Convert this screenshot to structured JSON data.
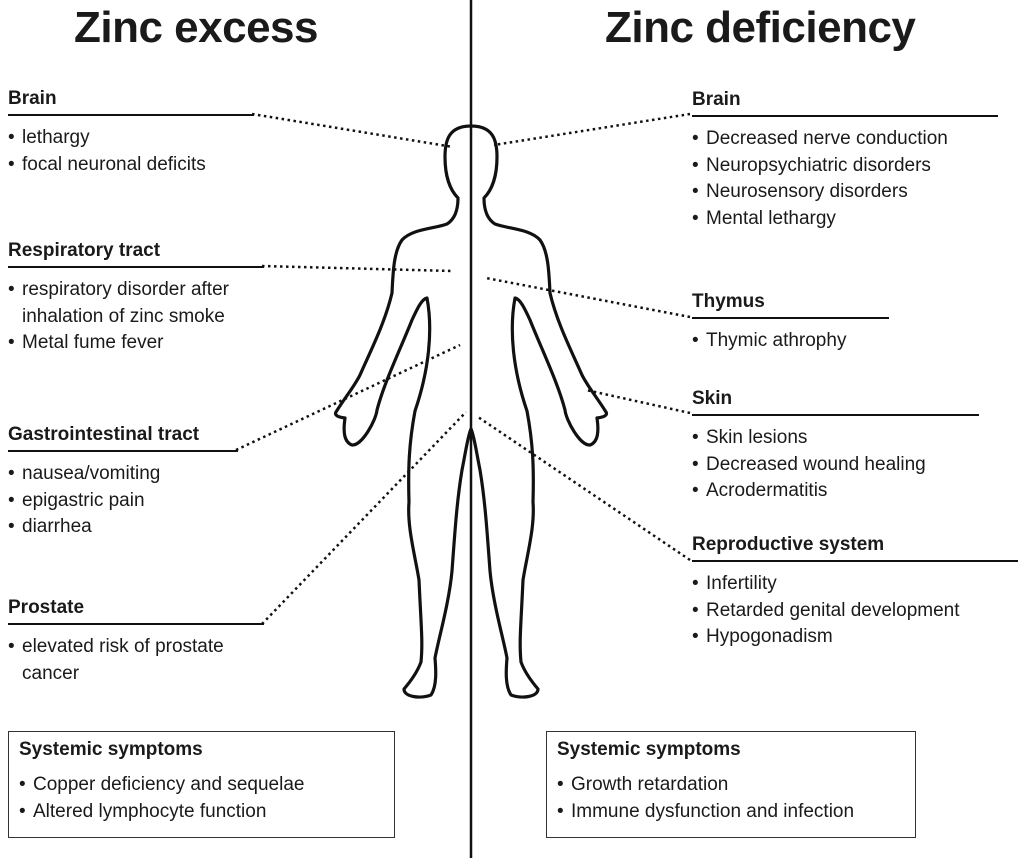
{
  "titles": {
    "excess": "Zinc excess",
    "deficiency": "Zinc deficiency"
  },
  "excess": {
    "brain": {
      "title": "Brain",
      "items": [
        "lethargy",
        "focal neuronal deficits"
      ]
    },
    "respiratory": {
      "title": "Respiratory tract",
      "items": [
        "respiratory disorder after\ninhalation of zinc smoke",
        "Metal fume fever"
      ]
    },
    "gastrointestinal": {
      "title": "Gastrointestinal tract",
      "items": [
        "nausea/vomiting",
        "epigastric pain",
        "diarrhea"
      ]
    },
    "prostate": {
      "title": "Prostate",
      "items": [
        "elevated risk of prostate\ncancer"
      ]
    },
    "systemic": {
      "title": "Systemic symptoms",
      "items": [
        "Copper deficiency and sequelae",
        "Altered lymphocyte function"
      ]
    }
  },
  "deficiency": {
    "brain": {
      "title": "Brain",
      "items": [
        "Decreased nerve conduction",
        "Neuropsychiatric disorders",
        "Neurosensory disorders",
        "Mental lethargy"
      ]
    },
    "thymus": {
      "title": "Thymus",
      "items": [
        "Thymic athrophy"
      ]
    },
    "skin": {
      "title": "Skin",
      "items": [
        "Skin lesions",
        "Decreased wound healing",
        "Acrodermatitis"
      ]
    },
    "reproductive": {
      "title": "Reproductive system",
      "items": [
        "Infertility",
        "Retarded genital development",
        "Hypogonadism"
      ]
    },
    "systemic": {
      "title": "Systemic symptoms",
      "items": [
        "Growth retardation",
        "Immune dysfunction and infection"
      ]
    }
  },
  "colors": {
    "ink": "#111111",
    "background": "#ffffff"
  }
}
